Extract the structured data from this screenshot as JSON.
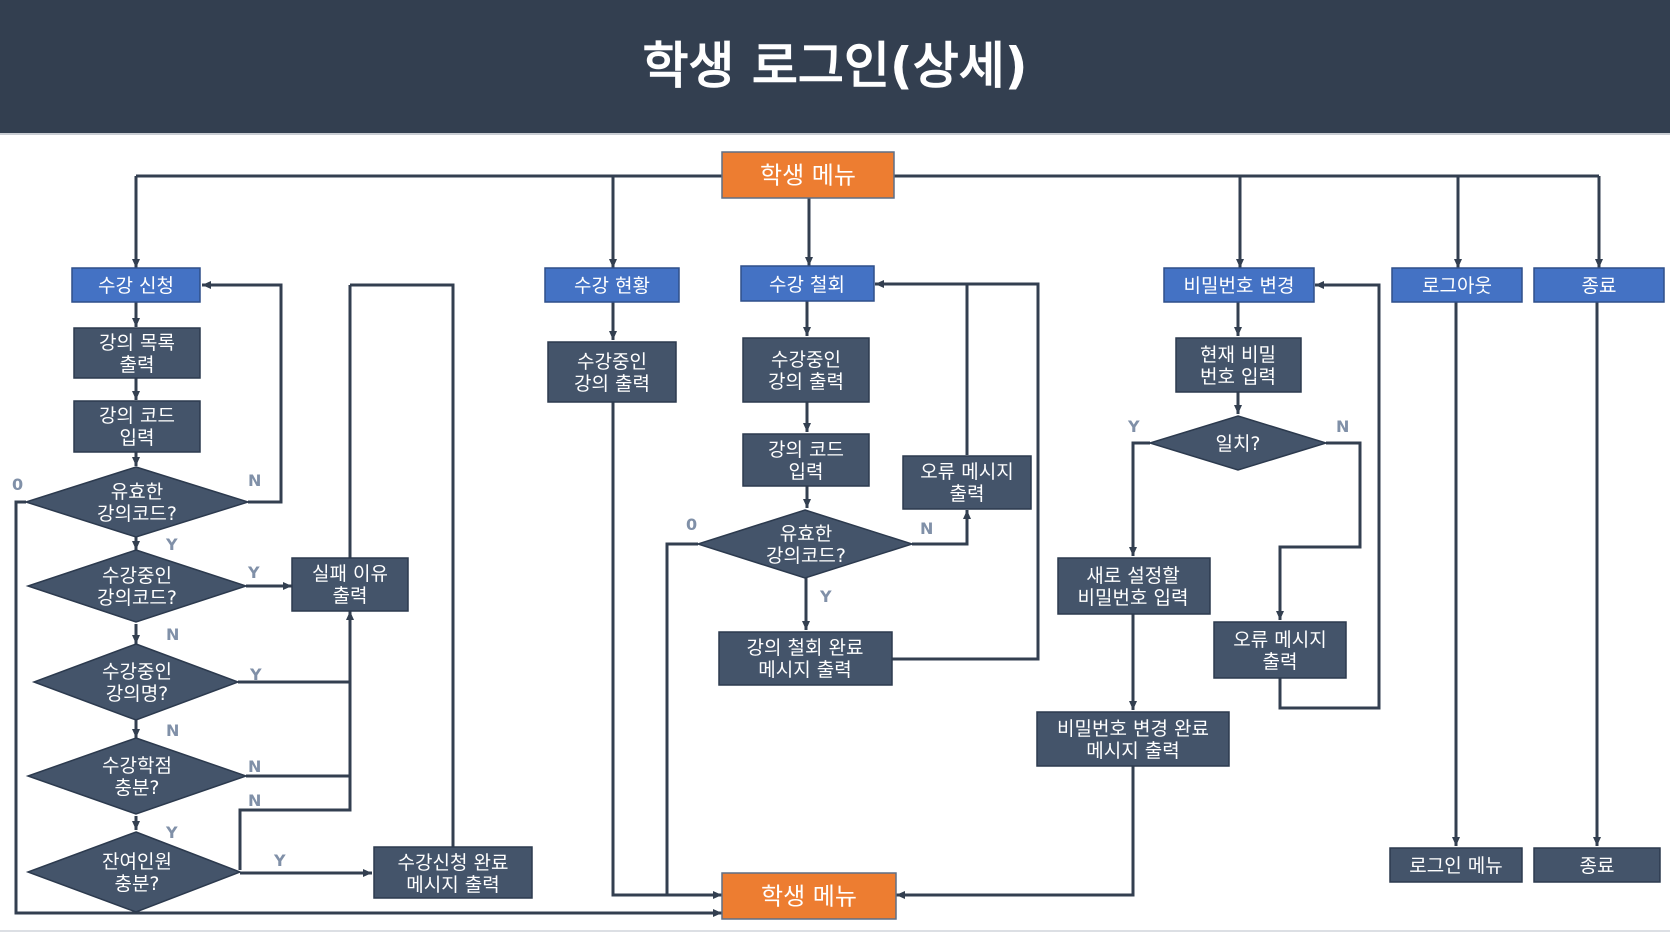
{
  "title": "학생 로그인(상세)",
  "colors": {
    "header_bg": "#333f50",
    "box_dark": "#44546a",
    "box_blue": "#4472c4",
    "box_orange": "#ed7d31",
    "line": "#333f50",
    "yn_label": "#8090a8"
  },
  "nodes": {
    "menu_top": [
      "학생 메뉴"
    ],
    "menu_bottom": [
      "학생 메뉴"
    ],
    "enroll": [
      "수강 신청"
    ],
    "status": [
      "수강 현황"
    ],
    "withdraw": [
      "수강 철회"
    ],
    "pwchange": [
      "비밀번호 변경"
    ],
    "logout": [
      "로그아웃"
    ],
    "exit": [
      "종료"
    ],
    "e_list": [
      "강의 목록",
      "출력"
    ],
    "e_code": [
      "강의 코드",
      "입력"
    ],
    "e_valid": [
      "유효한",
      "강의코드?"
    ],
    "e_dupcode": [
      "수강중인",
      "강의코드?"
    ],
    "e_dupname": [
      "수강중인",
      "강의명?"
    ],
    "e_credit": [
      "수강학점",
      "충분?"
    ],
    "e_seats": [
      "잔여인원",
      "충분?"
    ],
    "e_fail": [
      "실패 이유",
      "출력"
    ],
    "e_done": [
      "수강신청 완료",
      "메시지 출력"
    ],
    "s_list": [
      "수강중인",
      "강의 출력"
    ],
    "w_list": [
      "수강중인",
      "강의 출력"
    ],
    "w_code": [
      "강의 코드",
      "입력"
    ],
    "w_valid": [
      "유효한",
      "강의코드?"
    ],
    "w_err": [
      "오류 메시지",
      "출력"
    ],
    "w_done": [
      "강의 철회 완료",
      "메시지 출력"
    ],
    "p_cur": [
      "현재 비밀",
      "번호 입력"
    ],
    "p_match": [
      "일치?"
    ],
    "p_new": [
      "새로 설정할",
      "비밀번호 입력"
    ],
    "p_err": [
      "오류 메시지",
      "출력"
    ],
    "p_done": [
      "비밀번호 변경 완료",
      "메시지 출력"
    ],
    "login_menu": [
      "로그인 메뉴"
    ],
    "exit_end": [
      "종료"
    ]
  },
  "branch_labels": {
    "e_valid_zero": "0",
    "e_valid_n": "N",
    "e_valid_y": "Y",
    "e_dupcode_y": "Y",
    "e_dupcode_n": "N",
    "e_dupname_y": "Y",
    "e_dupname_n": "N",
    "e_credit_n": "N",
    "e_credit_y": "Y",
    "e_seats_n": "N",
    "e_seats_y": "Y",
    "w_valid_zero": "0",
    "w_valid_n": "N",
    "w_valid_y": "Y",
    "p_match_y": "Y",
    "p_match_n": "N"
  }
}
